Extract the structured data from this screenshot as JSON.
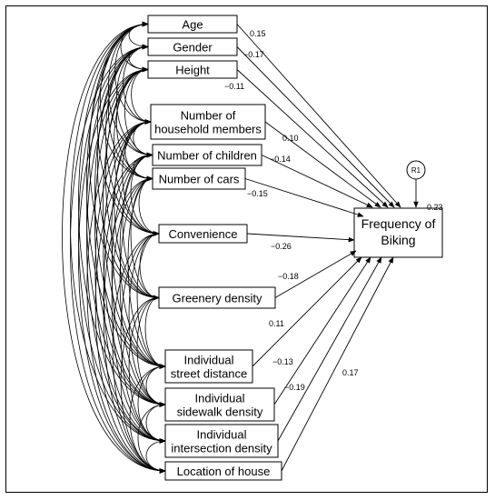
{
  "nodes": [
    {
      "id": "age",
      "lines": [
        "Age"
      ]
    },
    {
      "id": "gender",
      "lines": [
        "Gender"
      ]
    },
    {
      "id": "height",
      "lines": [
        "Height"
      ]
    },
    {
      "id": "household",
      "lines": [
        "Number of",
        "household members"
      ]
    },
    {
      "id": "children",
      "lines": [
        "Number of children"
      ]
    },
    {
      "id": "cars",
      "lines": [
        "Number of cars"
      ]
    },
    {
      "id": "convenience",
      "lines": [
        "Convenience"
      ]
    },
    {
      "id": "greenery",
      "lines": [
        "Greenery density"
      ]
    },
    {
      "id": "street",
      "lines": [
        "Individual",
        "street distance"
      ]
    },
    {
      "id": "sidewalk",
      "lines": [
        "Individual",
        "sidewalk density"
      ]
    },
    {
      "id": "intersection",
      "lines": [
        "Individual",
        "intersection density"
      ]
    },
    {
      "id": "house",
      "lines": [
        "Location of house"
      ]
    }
  ],
  "outcome": {
    "id": "biking",
    "lines": [
      "Frequency of",
      "Biking"
    ]
  },
  "residual": {
    "label": "R1",
    "value": "0.23"
  },
  "paths": [
    {
      "from": "age",
      "coef": "0.15"
    },
    {
      "from": "gender",
      "coef": "−0.17"
    },
    {
      "from": "height",
      "coef": "−0.11"
    },
    {
      "from": "household",
      "coef": "0.10"
    },
    {
      "from": "children",
      "coef": "−0.14"
    },
    {
      "from": "cars",
      "coef": "−0.15"
    },
    {
      "from": "convenience",
      "coef": "−0.26"
    },
    {
      "from": "greenery",
      "coef": "−0.18"
    },
    {
      "from": "street",
      "coef": "0.11"
    },
    {
      "from": "sidewalk",
      "coef": "−0.13"
    },
    {
      "from": "intersection",
      "coef": "−0.19"
    },
    {
      "from": "house",
      "coef": "0.17"
    }
  ],
  "colors": {
    "stroke": "#000000",
    "background": "#ffffff"
  }
}
